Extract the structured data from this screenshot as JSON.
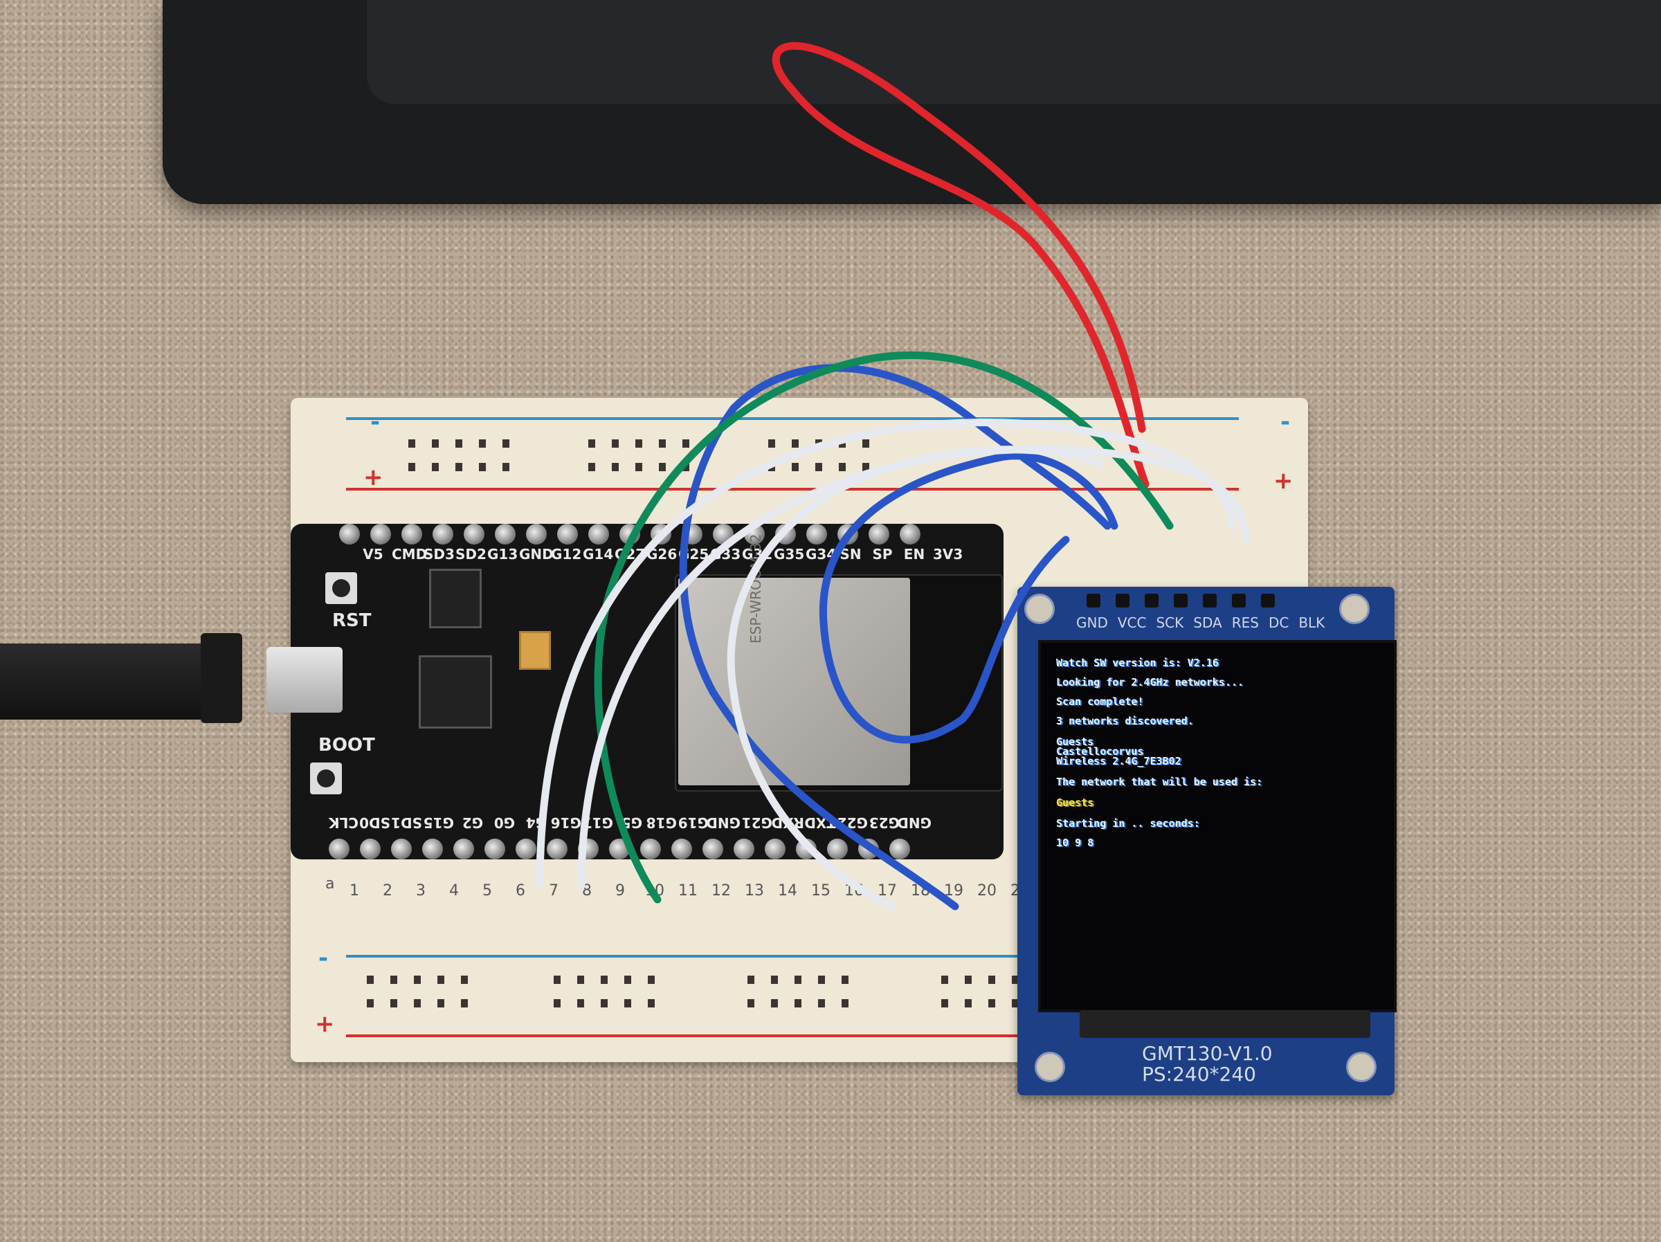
{
  "scene": {
    "description": "ESP32 dev board on breadboard wired to a 240x240 TFT display",
    "colors": {
      "desk": "#b9aa97",
      "monitor": "#1c1d1f",
      "breadboard": "#efe8d6",
      "esp32_pcb": "#151515",
      "lcd_pcb": "#1d3f86",
      "wire_red": "#e0262c",
      "wire_blue": "#2a55c8",
      "wire_green": "#0f8a5a",
      "wire_white": "#e6e9ef"
    }
  },
  "breadboard": {
    "rail_minus": "-",
    "rail_plus": "+",
    "row_label": "a",
    "column_numbers": [
      "1",
      "2",
      "3",
      "4",
      "5",
      "6",
      "7",
      "8",
      "9",
      "10",
      "11",
      "12",
      "13",
      "14",
      "15",
      "16",
      "17",
      "18",
      "19",
      "20",
      "21"
    ]
  },
  "esp32": {
    "top_pin_labels": [
      "V5",
      "CMD",
      "SD3",
      "SD2",
      "G13",
      "GND",
      "G12",
      "G14",
      "G27",
      "G26",
      "G25",
      "G33",
      "G32",
      "G35",
      "G34",
      "SN",
      "SP",
      "EN",
      "3V3"
    ],
    "bottom_pin_labels": [
      "CLK",
      "SD0",
      "SD1",
      "G15",
      "G2",
      "G0",
      "G4",
      "G16",
      "G17",
      "G5",
      "G18",
      "G19",
      "GND",
      "G21",
      "RXD",
      "TXD",
      "G22",
      "G23",
      "GND"
    ],
    "button_rst": "RST",
    "button_boot": "BOOT",
    "module_label": "ESP-WROOM-32"
  },
  "lcd_module": {
    "pin_labels": [
      "GND",
      "VCC",
      "SCK",
      "SDA",
      "RES",
      "DC",
      "BLK"
    ],
    "model_line1": "GMT130-V1.0",
    "model_line2": "PS:240*240",
    "screen_lines": [
      {
        "text": "Watch SW version is: V2.16",
        "color": "white"
      },
      {
        "text": "Looking for 2.4GHz networks...",
        "color": "white"
      },
      {
        "text": "Scan complete!",
        "color": "white"
      },
      {
        "text": "3 networks discovered.",
        "color": "white"
      },
      {
        "text": "Guests",
        "color": "white"
      },
      {
        "text": "Castellocorvus",
        "color": "white"
      },
      {
        "text": "Wireless 2.4G_7E3B02",
        "color": "white"
      },
      {
        "text": "The network that will be used is:",
        "color": "white"
      },
      {
        "text": "Guests",
        "color": "yellow"
      },
      {
        "text": "Starting in .. seconds:",
        "color": "white"
      },
      {
        "text": "10 9 8",
        "color": "white"
      }
    ]
  }
}
